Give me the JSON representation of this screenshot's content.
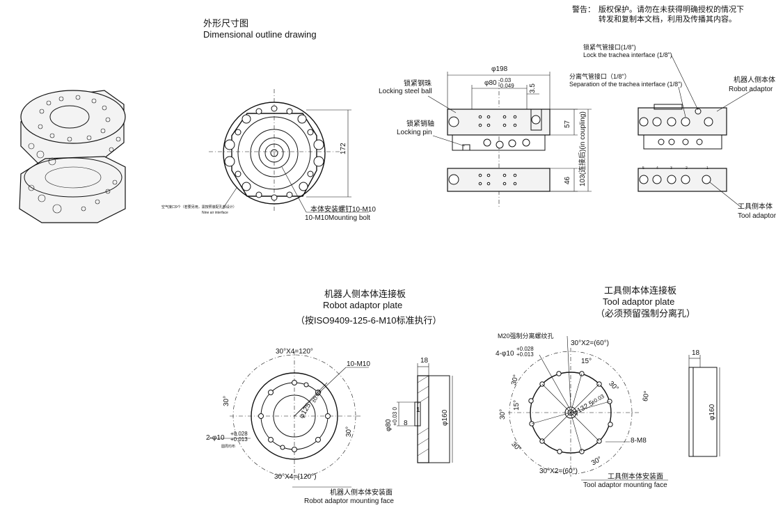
{
  "warning": {
    "label": "警告：",
    "line1": "版权保护。请勿在未获得明确授权的情况下",
    "line2": "转发和复制本文档，利用及传播其内容。"
  },
  "outline": {
    "title_cn": "外形尺寸图",
    "title_en": "Dimensional outline drawing"
  },
  "front_view": {
    "dim_height": "172",
    "air_note_cn": "空气接口9个（若要另用，需按照装配孔部设计）",
    "air_note_en": "Nine air interface",
    "bolt_cn": "本体安装螺钉10-M10",
    "bolt_en": "10-M10Mounting bolt"
  },
  "side_view": {
    "dim_dia198": "φ198",
    "dim_dia80": "φ80",
    "dim_tol_upper": "-0.03",
    "dim_tol_lower": "-0.049",
    "dim_35": "3.5",
    "dim_57": "57",
    "dim_46": "46",
    "dim_103": "103(连接后)(in coupling)",
    "ball_cn": "锁紧钢珠",
    "ball_en": "Locking steel ball",
    "pin_cn": "锁紧销轴",
    "pin_en": "Locking pin"
  },
  "right_view": {
    "lock_cn": "锁紧气管接口(1/8\")",
    "lock_en": "Lock the trachea interface (1/8\")",
    "sep_cn": "分离气管接口（1/8\"）",
    "sep_en": "Separation of the trachea interface (1/8\")",
    "robot_cn": "机器人侧本体",
    "robot_en": "Robot adaptor",
    "tool_cn": "工具侧本体",
    "tool_en": "Tool adaptor",
    "port_numbers": [
      "5",
      "4",
      "3",
      "2",
      "1"
    ]
  },
  "robot_plate": {
    "title_cn": "机器人侧本体连接板",
    "title_en": "Robot adaptor plate",
    "note": "（按ISO9409-125-6-M10标准执行）",
    "angle_top": "30°X4=120°",
    "angle_bottom": "30°X4=(120°)",
    "thread": "10-M10",
    "angle_left": "30°",
    "angle_right": "30°",
    "pin_holes": "2-φ10",
    "pin_tol_upper": "+0.028",
    "pin_tol_lower": "+0.013",
    "pin_sub": "圆周均布",
    "pcd": "φ125",
    "pcd_tol": "±0.03",
    "face_cn": "机器人侧本体安装面",
    "face_en": "Robot adaptor mounting face",
    "sec_thick": "18",
    "sec_dia80": "φ80",
    "sec_dia80_tol": "+0.03 0",
    "sec_8": "8",
    "sec_1": "1",
    "sec_dia160": "φ160"
  },
  "tool_plate": {
    "title_cn": "工具侧本体连接板",
    "title_en": "Tool adaptor plate",
    "note": "（必须预留强制分离孔）",
    "m20": "M20强制分离螺纹孔",
    "pin_holes": "4-φ10",
    "pin_tol_upper": "+0.028",
    "pin_tol_lower": "+0.013",
    "angle_top": "30°X2=(60°)",
    "angle_bottom": "30°X2=(60°)",
    "a15_top": "15°",
    "a30_topright": "30°",
    "a60": "60°",
    "a30_left_top": "30°",
    "a15_left": "15°",
    "a30_left": "30°",
    "a30_left_bot": "30°",
    "a30_bot": "30°",
    "pcd": "φ132.5",
    "pcd_tol": "±0.03",
    "thread": "8-M8",
    "face_cn": "工具侧本体安装面",
    "face_en": "Tool adaptor mounting face",
    "sec_thick": "18",
    "sec_dia160": "φ160"
  },
  "colors": {
    "line": "#111111",
    "body_fill": "#f3f3f3"
  }
}
